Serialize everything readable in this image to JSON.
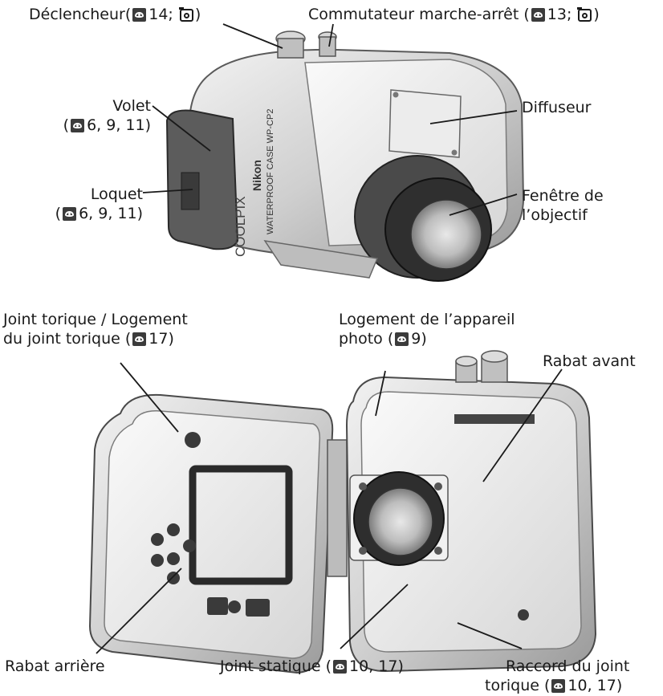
{
  "labels": {
    "shutter": "Déclencheur",
    "shutter_ref": "14;",
    "power": "Commutateur marche-arrêt",
    "power_ref": "13;",
    "door_1": "Volet",
    "door_ref": "6, 9, 11)",
    "latch_1": "Loquet",
    "latch_ref": "6, 9, 11)",
    "diffuser": "Diffuseur",
    "lens_window_1": "Fenêtre de",
    "lens_window_2": "l’objectif",
    "oring_1": "Joint torique / Logement",
    "oring_2": "du joint torique (",
    "oring_ref": "17)",
    "housing_1": "Logement de l’appareil",
    "housing_2": "photo (",
    "housing_ref": "9)",
    "front_flap": "Rabat avant",
    "rear_flap": "Rabat arrière",
    "static_seal": "Joint statique (",
    "static_seal_ref": "10, 17)",
    "oring_fitting_1": "Raccord du joint",
    "oring_fitting_2": "torique (",
    "oring_fitting_ref": "10, 17)"
  },
  "case_text": {
    "brand": "COOLPIX",
    "model": "WATERPROOF CASE WP-CP2",
    "maker": "Nikon"
  },
  "colors": {
    "text": "#1a1a1a",
    "leader": "#1a1a1a",
    "shell": "#c9c9c9",
    "dark": "#3a3a3a"
  }
}
